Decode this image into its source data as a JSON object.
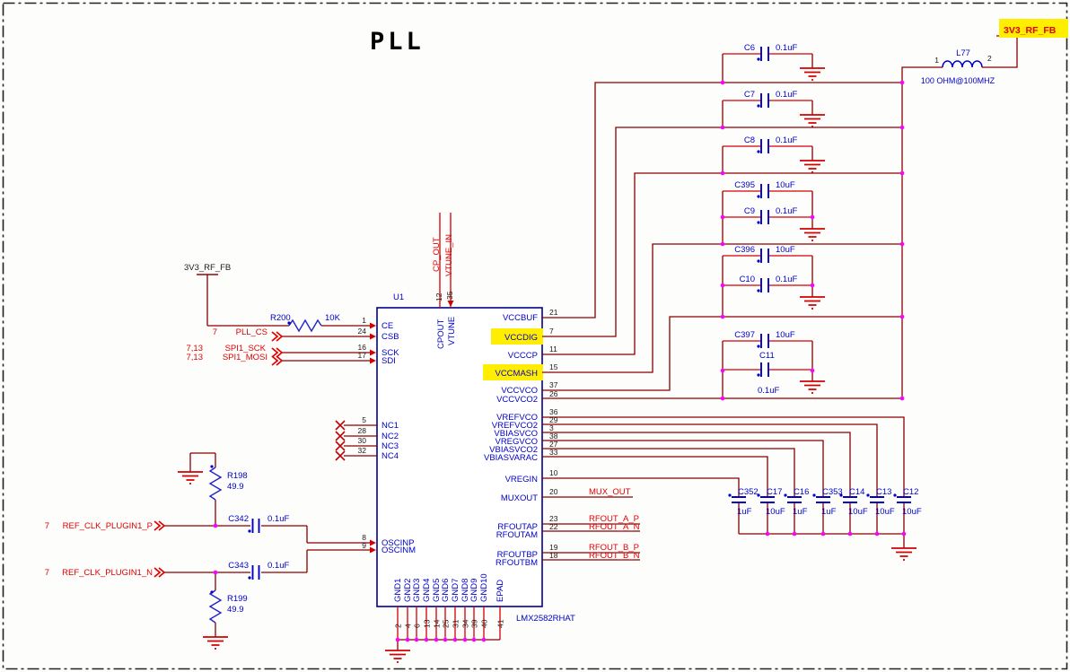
{
  "title": "PLL",
  "nets": {
    "power_top_right": "3V3_RF_FB",
    "power_left": "3V3_RF_FB",
    "pll_cs": {
      "sheet": "7",
      "name": "PLL_CS"
    },
    "spi_sck": {
      "sheet": "7,13",
      "name": "SPI1_SCK"
    },
    "spi_mosi": {
      "sheet": "7,13",
      "name": "SPI1_MOSI"
    },
    "refclk_p": {
      "sheet": "7",
      "name": "REF_CLK_PLUGIN1_P"
    },
    "refclk_n": {
      "sheet": "7",
      "name": "REF_CLK_PLUGIN1_N"
    },
    "cp_out": "CP_OUT",
    "vtune_in": "VTUNE_IN",
    "mux_out": "MUX_OUT",
    "rfout_a_p": "RFOUT_A_P",
    "rfout_a_n": "RFOUT_A_N",
    "rfout_b_p": "RFOUT_B_P",
    "rfout_b_n": "RFOUT_B_N"
  },
  "inductor": {
    "ref": "L77",
    "value": "100 OHM@100MHZ",
    "pin1": "1",
    "pin2": "2"
  },
  "resistors": {
    "r200": {
      "ref": "R200",
      "value": "10K"
    },
    "r198": {
      "ref": "R198",
      "value": "49.9"
    },
    "r199": {
      "ref": "R199",
      "value": "49.9"
    }
  },
  "input_caps": {
    "c342": {
      "ref": "C342",
      "value": "0.1uF"
    },
    "c343": {
      "ref": "C343",
      "value": "0.1uF"
    }
  },
  "decoupling": {
    "c6": {
      "ref": "C6",
      "value": "0.1uF"
    },
    "c7": {
      "ref": "C7",
      "value": "0.1uF"
    },
    "c8": {
      "ref": "C8",
      "value": "0.1uF"
    },
    "c395": {
      "ref": "C395",
      "value": "10uF"
    },
    "c9": {
      "ref": "C9",
      "value": "0.1uF"
    },
    "c396": {
      "ref": "C396",
      "value": "10uF"
    },
    "c10": {
      "ref": "C10",
      "value": "0.1uF"
    },
    "c397": {
      "ref": "C397",
      "value": "10uF"
    },
    "c11": {
      "ref": "C11",
      "value": "0.1uF"
    }
  },
  "cap_bank": [
    {
      "ref": "C352",
      "value": "1uF"
    },
    {
      "ref": "C17",
      "value": "10uF"
    },
    {
      "ref": "C16",
      "value": "1uF"
    },
    {
      "ref": "C353",
      "value": "1uF"
    },
    {
      "ref": "C14",
      "value": "10uF"
    },
    {
      "ref": "C13",
      "value": "10uF"
    },
    {
      "ref": "C12",
      "value": "10uF"
    }
  ],
  "ic": {
    "ref": "U1",
    "part": "LMX2582RHAT",
    "top_pins": [
      {
        "num": "12",
        "name": "CPOUT"
      },
      {
        "num": "35",
        "name": "VTUNE"
      }
    ],
    "left_pins": [
      {
        "num": "1",
        "name": "CE"
      },
      {
        "num": "24",
        "name": "CSB"
      },
      {
        "num": "16",
        "name": "SCK"
      },
      {
        "num": "17",
        "name": "SDI"
      },
      {
        "num": "5",
        "name": "NC1"
      },
      {
        "num": "28",
        "name": "NC2"
      },
      {
        "num": "30",
        "name": "NC3"
      },
      {
        "num": "32",
        "name": "NC4"
      },
      {
        "num": "8",
        "name": "OSCINP"
      },
      {
        "num": "9",
        "name": "OSCINM"
      }
    ],
    "right_pins": [
      {
        "num": "21",
        "name": "VCCBUF"
      },
      {
        "num": "7",
        "name": "VCCDIG",
        "highlighted": true
      },
      {
        "num": "11",
        "name": "VCCCP"
      },
      {
        "num": "15",
        "name": "VCCMASH",
        "highlighted": true
      },
      {
        "num": "37",
        "name": "VCCVCO"
      },
      {
        "num": "26",
        "name": "VCCVCO2"
      },
      {
        "num": "36",
        "name": "VREFVCO"
      },
      {
        "num": "29",
        "name": "VREFVCO2"
      },
      {
        "num": "3",
        "name": "VBIASVCO"
      },
      {
        "num": "38",
        "name": "VREGVCO"
      },
      {
        "num": "27",
        "name": "VBIASVCO2"
      },
      {
        "num": "33",
        "name": "VBIASVARAC"
      },
      {
        "num": "10",
        "name": "VREGIN"
      },
      {
        "num": "20",
        "name": "MUXOUT"
      },
      {
        "num": "23",
        "name": "RFOUTAP"
      },
      {
        "num": "22",
        "name": "RFOUTAM"
      },
      {
        "num": "19",
        "name": "RFOUTBP"
      },
      {
        "num": "18",
        "name": "RFOUTBM"
      }
    ],
    "bottom_pins": [
      {
        "num": "2",
        "name": "GND1"
      },
      {
        "num": "4",
        "name": "GND2"
      },
      {
        "num": "6",
        "name": "GND3"
      },
      {
        "num": "13",
        "name": "GND4"
      },
      {
        "num": "14",
        "name": "GND5"
      },
      {
        "num": "25",
        "name": "GND6"
      },
      {
        "num": "31",
        "name": "GND7"
      },
      {
        "num": "34",
        "name": "GND8"
      },
      {
        "num": "39",
        "name": "GND9"
      },
      {
        "num": "40",
        "name": "GND10"
      },
      {
        "num": "41",
        "name": "EPAD"
      }
    ]
  },
  "colors": {
    "wire": "#8B0000",
    "accent_red": "#D40000",
    "net_label": "#E00000",
    "component_blue": "#0000C8",
    "ic_outline": "#00008B",
    "junction": "#FF00FF",
    "highlight": "#FFEE00"
  }
}
